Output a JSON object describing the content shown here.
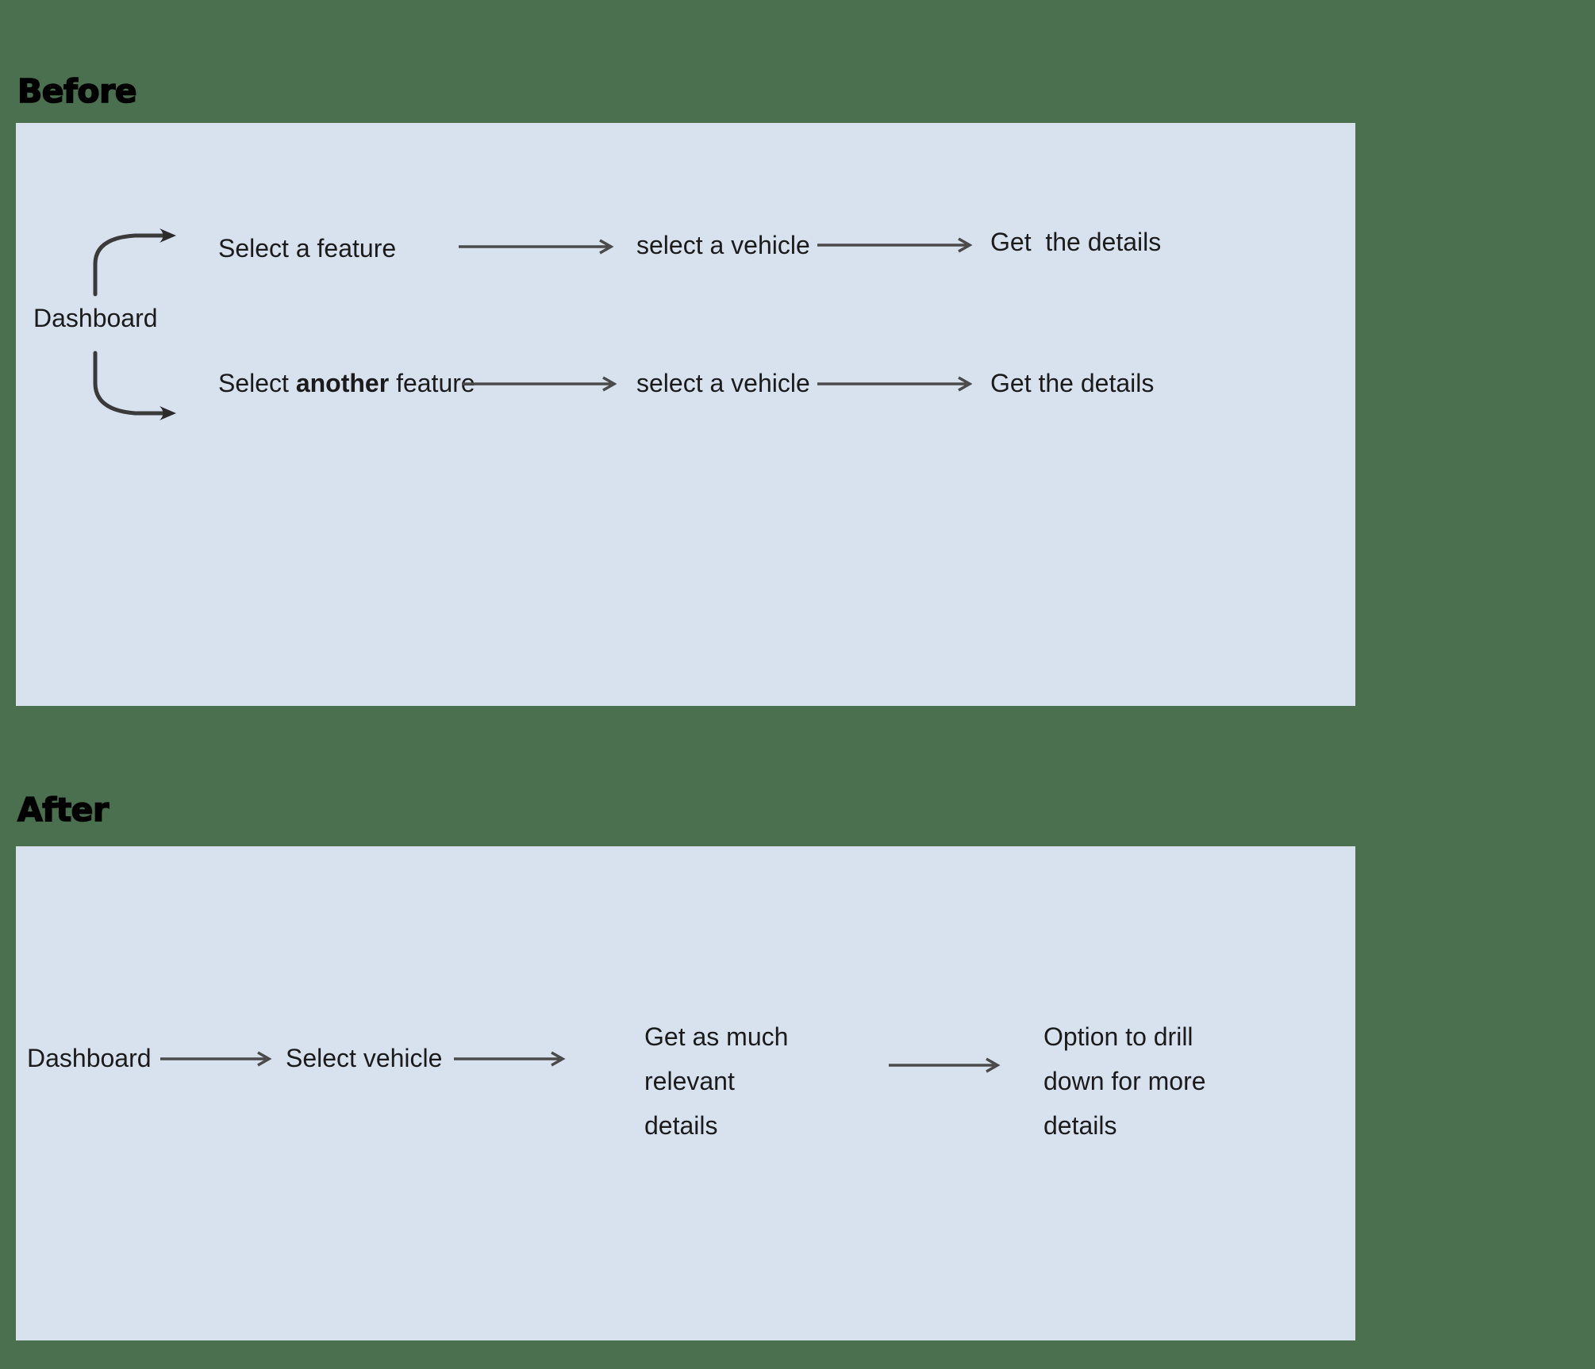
{
  "background_color": "#4a7050",
  "panel_color": "#d8e2ef",
  "stroke_color": "#4a4a4a",
  "text_color": "#1b1b1b",
  "sections": {
    "before": {
      "heading": "Before",
      "root_label": "Dashboard",
      "branches": [
        {
          "steps": [
            "Select a feature",
            "select a vehicle",
            "Get  the details"
          ],
          "emphasis": ""
        },
        {
          "steps": [
            "Select another feature",
            "select a vehicle",
            "Get the details"
          ],
          "emphasis": "another"
        }
      ],
      "row1": {
        "step1": "Select a feature",
        "step2": "select a vehicle",
        "step3": "Get  the details"
      },
      "row2": {
        "step1_pre": "Select ",
        "step1_bold": "another",
        "step1_post": " feature",
        "step2": "select a vehicle",
        "step3": "Get the details"
      }
    },
    "after": {
      "heading": "After",
      "steps": [
        "Dashboard",
        "Select vehicle",
        "Get as much relevant details",
        "Option to drill down for more details"
      ],
      "step1": "Dashboard",
      "step2": "Select vehicle",
      "step3": "Get as much relevant\ndetails",
      "step4": "Option to drill\ndown for more\ndetails"
    }
  },
  "icons": {
    "arrow_right": "arrow-right-icon",
    "curve_up": "curved-arrow-up-icon",
    "curve_down": "curved-arrow-down-icon"
  }
}
